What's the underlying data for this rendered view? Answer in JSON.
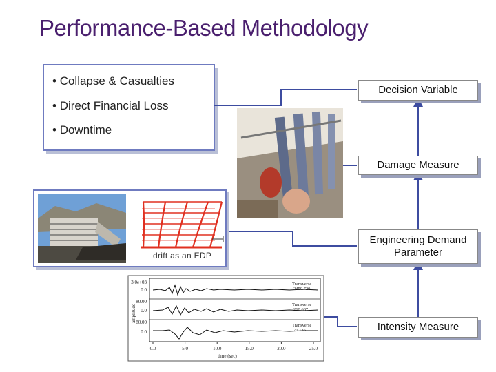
{
  "title": "Performance-Based Methodology",
  "losses": [
    "Collapse & Casualties",
    "Direct Financial Loss",
    "Downtime"
  ],
  "levels": {
    "decision_variable": "Decision Variable",
    "damage_measure": "Damage Measure",
    "edp_line1": "Engineering Demand",
    "edp_line2": "Parameter",
    "intensity_measure": "Intensity Measure"
  },
  "edp_caption": "drift as an EDP",
  "record": {
    "y_tick_top": "3.0e+03",
    "tick_0": "0.0",
    "tick_mid": "80.00",
    "tick_mid2": "80.00",
    "y_axis_label": "amplitude",
    "x_ticks": [
      "0.0",
      "5.0",
      "10.0",
      "15.0",
      "20.0",
      "25.0"
    ],
    "x_axis_label": "time (sec)",
    "trace_labels": [
      "Transverse",
      "Transverse",
      "Transverse"
    ],
    "trace_values": [
      "2450.720",
      "260.687",
      "70.136"
    ]
  },
  "colors": {
    "title": "#4a1f6e",
    "frame": "#6f7bc0",
    "connector": "#3d4ca0",
    "frame_red": "#e03020"
  }
}
